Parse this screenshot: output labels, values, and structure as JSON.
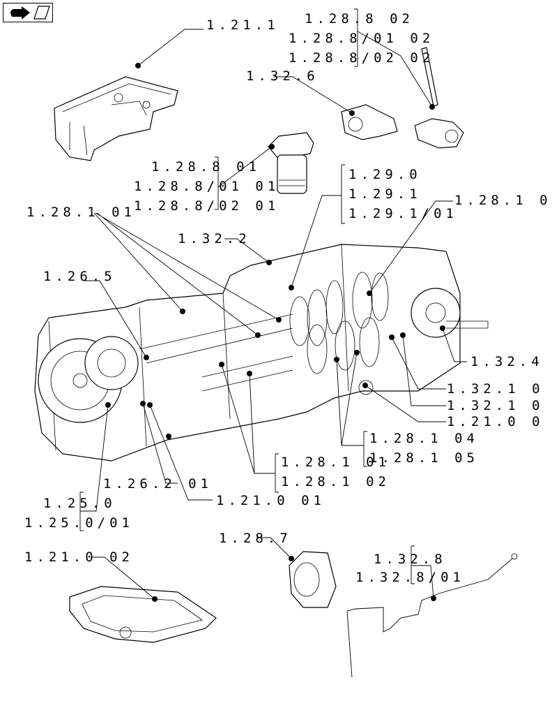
{
  "nav": {
    "icon": "back-arrow-icon"
  },
  "refs": [
    "1.21.1",
    "1.28.8 02",
    "1.28.8/01 02",
    "1.28.8/02 02",
    "1.32.6",
    "1.28.8 01",
    "1.28.8/01 01",
    "1.28.8/02 01",
    "1.29.0",
    "1.29.1",
    "1.29.1/01",
    "1.28.1 0",
    "1.28.1 01",
    "1.32.2",
    "1.26.5",
    "1.32.4",
    "1.32.1 0",
    "1.32.1 0",
    "1.21.0 0",
    "1.28.1 04",
    "1.28.1 05",
    "1.28.1 01",
    "1.28.1 02",
    "1.26.2 01",
    "1.21.0 01",
    "1.25.0",
    "1.25.0/01",
    "1.28.7",
    "1.32.8",
    "1.32.8/01",
    "1.21.0 02"
  ]
}
